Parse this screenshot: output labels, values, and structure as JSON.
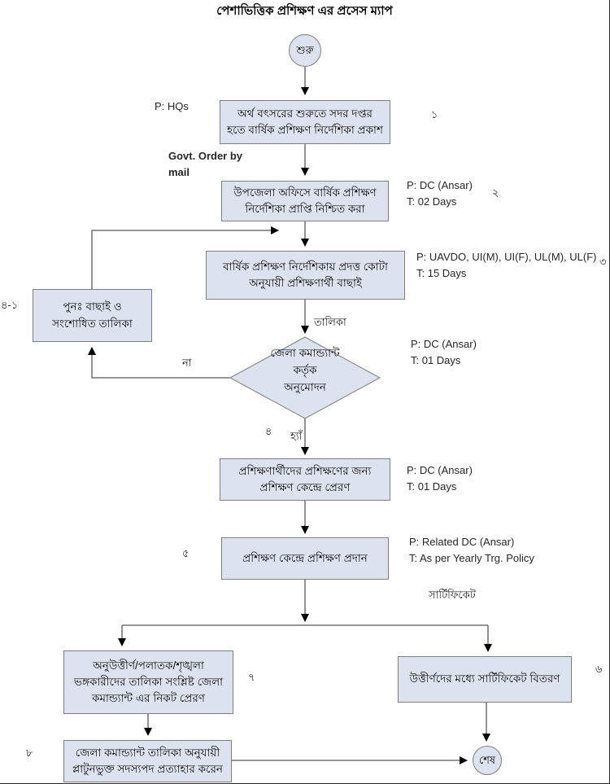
{
  "title": "পেশাভিত্তিক প্রশিক্ষণ এর প্রসেস ম্যাপ",
  "colors": {
    "node_fill": "#dce3ee",
    "node_border": "#7f7f7f",
    "line_color": "#595959",
    "arrow_color": "#000000"
  },
  "terminals": {
    "start": "শুরু",
    "end": "শেষ"
  },
  "steps": {
    "publish": {
      "text": "অর্থ বৎসরের শুরুতে সদর দপ্তর হতে বার্ষিক প্রশিক্ষণ নির্দেশিকা প্রকাশ",
      "num": "১",
      "p": "P: HQs"
    },
    "receive": {
      "text": "উপজেলা অফিসে বার্ষিক প্রশিক্ষণ নির্দেশিকা প্রাপ্তি নিশ্চিত করা",
      "num": "২",
      "p": "P: DC (Ansar)",
      "t": "T: 02 Days"
    },
    "select_trainees": {
      "text": "বার্ষিক প্রশিক্ষণ নির্দেশিকায় প্রদত্ত কোটা অনুযায়ী প্রশিক্ষণার্থী বাছাই",
      "num": "৩",
      "p": "P: UAVDO, UI(M), UI(F), UL(M), UL(F)",
      "t": "T: 15 Days"
    },
    "revise_list": {
      "text": "পুনঃ বাছাই ও সংশোধিত তালিকা",
      "num": "৪-১"
    },
    "approve": {
      "lines": [
        "জেলা কমান্ড্যান্ট",
        "কর্তৃক",
        "অনুমোদন"
      ],
      "num": "৪",
      "p": "P: DC (Ansar)",
      "t": "T: 01 Days"
    },
    "send_to_center": {
      "text": "প্রশিক্ষণার্থীদের প্রশিক্ষণের জন্য প্রশিক্ষণ কেন্দ্রে প্রেরণ",
      "p": "P: DC (Ansar)",
      "t": "T: 01 Days"
    },
    "training": {
      "text": "প্রশিক্ষণ কেন্দ্রে প্রশিক্ষণ প্রদান",
      "num": "৫",
      "p": "P: Related DC (Ansar)",
      "t": "T: As per Yearly Trg. Policy"
    },
    "fail_list": {
      "text": "অনুউত্তীর্ণ/পলাতক/শৃঙ্খলা ভঙ্গকারীদের তালিকা সংশ্লিষ্ট জেলা কমান্ড্যান্ট এর নিকট প্রেরণ",
      "num": "৭"
    },
    "distribute_certificates": {
      "text": "উত্তীর্ণদের মধ্যে সার্টিফিকেট বিতরণ",
      "num": "৬"
    },
    "withdraw_membership": {
      "text": "জেলা কমান্ড্যান্ট তালিকা অনুযায়ী প্লাটুনভুক্ত সদস্যপদ প্রত্যাহার করেন",
      "num": "৮"
    }
  },
  "edge_labels": {
    "govt_order": "Govt. Order by mail",
    "list": "তালিকা",
    "no": "না",
    "yes": "হ্যাঁ",
    "certificate": "সার্টিফিকেট"
  }
}
